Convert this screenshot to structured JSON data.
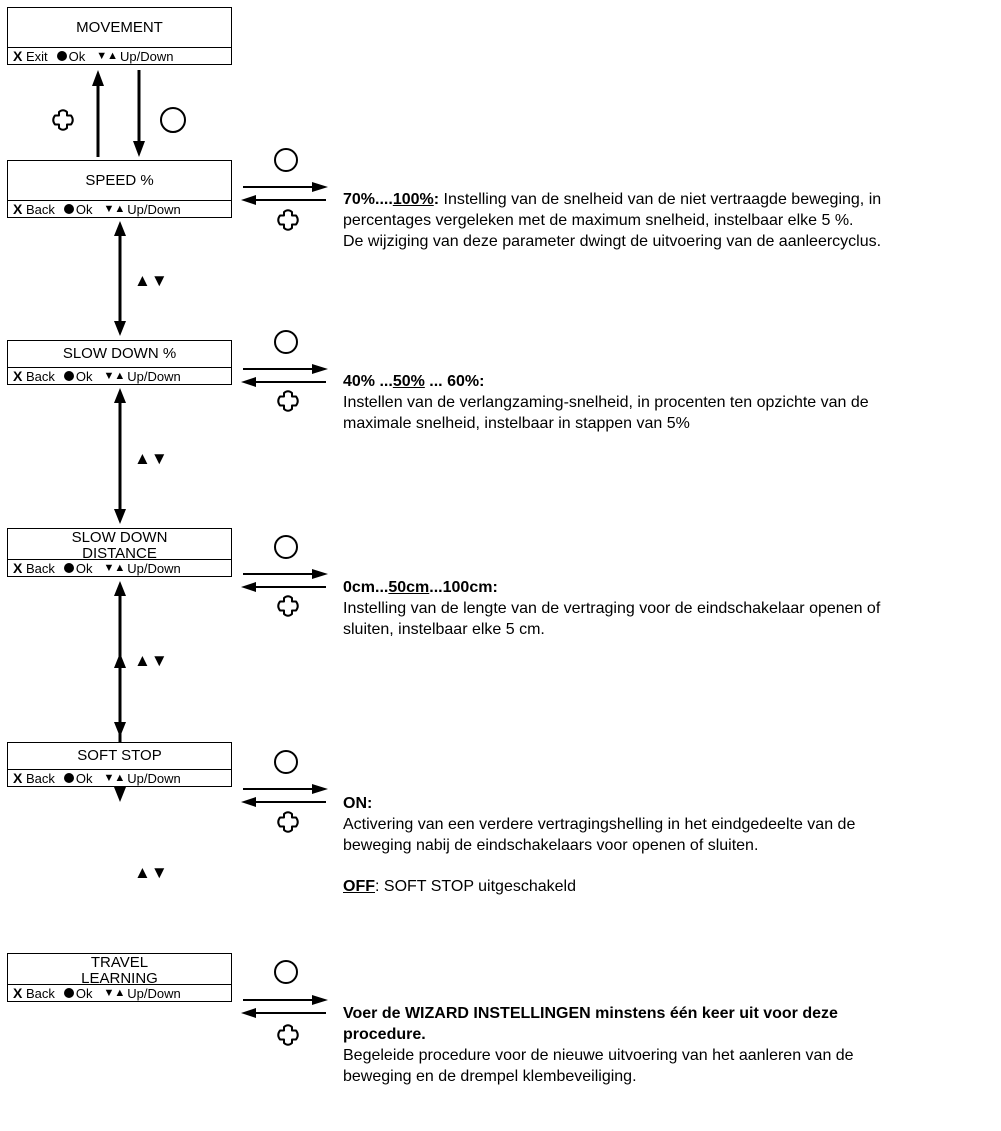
{
  "keys": {
    "x": "X",
    "exit": "Exit",
    "back": "Back",
    "ok": "Ok",
    "updown_tri": "▼▲",
    "updown": "Up/Down",
    "nav_symbol": "▲▼"
  },
  "menu": {
    "title": "MOVEMENT"
  },
  "items": [
    {
      "title": [
        "SPEED %"
      ],
      "head_pre": "70%....",
      "head_u": "100%",
      "head_post": ":",
      "head_rest": " Instelling van de snelheid van de niet vertraagde beweging, in",
      "lines": [
        "percentages vergeleken met de maximum snelheid, instelbaar elke 5 %.",
        "De wijziging van deze parameter dwingt de uitvoering van de aanleercyclus."
      ]
    },
    {
      "title": [
        "SLOW DOWN %"
      ],
      "head_pre": "40% ...",
      "head_u": "50%",
      "head_post": " ... 60%:",
      "lines": [
        "Instellen van de verlangzaming-snelheid, in procenten ten opzichte van de",
        "maximale snelheid, instelbaar in stappen van 5%"
      ]
    },
    {
      "title": [
        "SLOW DOWN",
        "DISTANCE"
      ],
      "head_pre": "0cm...",
      "head_u": "50cm",
      "head_post": "...100cm:",
      "lines": [
        "Instelling van de lengte van de vertraging voor de eindschakelaar openen of",
        "sluiten, instelbaar elke 5 cm."
      ]
    },
    {
      "title": [
        "SOFT STOP"
      ],
      "head_pre": "ON:",
      "lines": [
        "Activering van een verdere vertragingshelling in het eindgedeelte van de",
        "beweging nabij de eindschakelaars voor openen of sluiten."
      ],
      "off_label": "OFF",
      "off_text": ": SOFT STOP uitgeschakeld"
    },
    {
      "title": [
        "TRAVEL",
        "LEARNING"
      ],
      "head_pre": "Voer de WIZARD INSTELLINGEN minstens één keer uit voor deze",
      "head_line2": "procedure.",
      "lines": [
        "Begeleide procedure voor de nieuwe uitvoering van het aanleren van de",
        "beweging en de drempel klembeveiliging."
      ]
    }
  ]
}
